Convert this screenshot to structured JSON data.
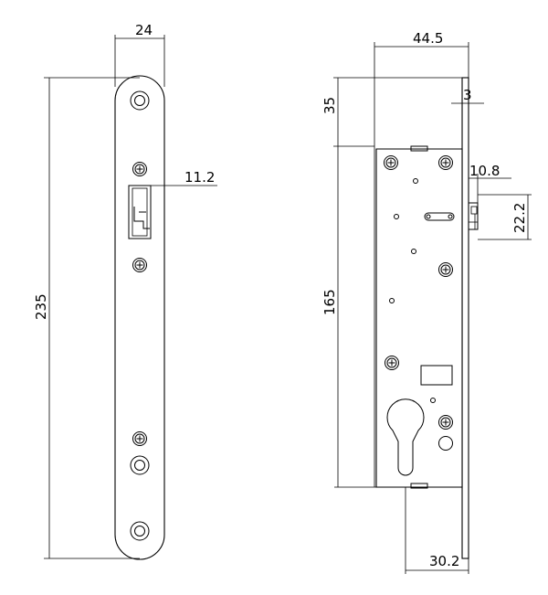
{
  "front_view": {
    "width_label": "24",
    "height_label": "235",
    "latch_label": "11.2"
  },
  "side_view": {
    "width_label": "44.5",
    "top_offset_label": "35",
    "plate_label": "3",
    "body_height_label": "165",
    "latch_depth_label": "10.8",
    "latch_height_label": "22.2",
    "backset_label": "30.2"
  },
  "colors": {
    "line": "#000000",
    "background": "#ffffff"
  }
}
